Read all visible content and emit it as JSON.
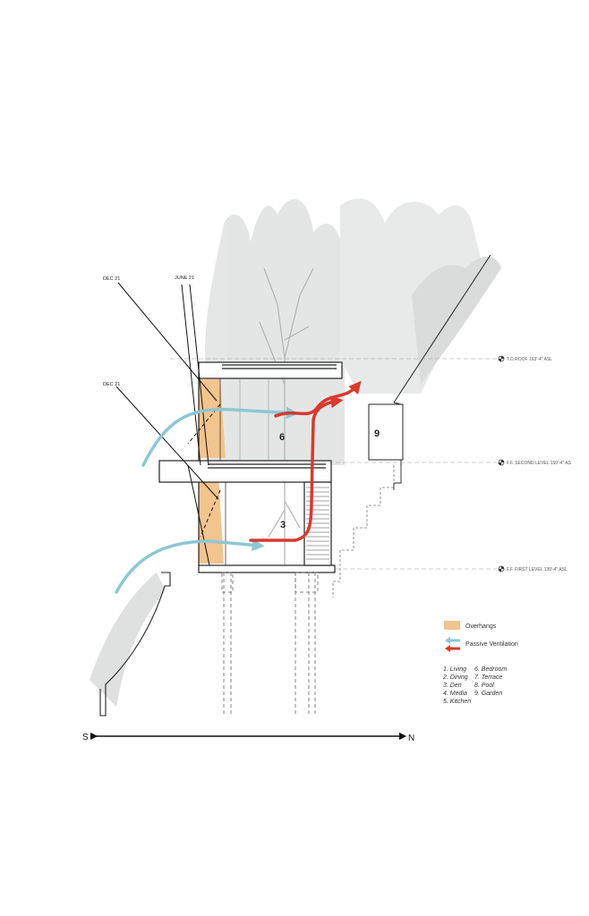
{
  "sun_angles": {
    "dec21_upper": "DEC 21",
    "june21": "JUNE 21",
    "dec21_lower": "DEC 21"
  },
  "levels": {
    "roof": "T.O.ROOF 163'-4\" ASL",
    "second": "F.F. SECOND LEVEL 150'-4\" AS",
    "first": "F.F. FIRST LEVEL 139'-4\" ASL"
  },
  "rooms": {
    "r6": "6",
    "r3": "3",
    "r9": "9"
  },
  "legend": {
    "overhangs": "Overhangs",
    "passive_ventilation": "Passive Ventilation",
    "key_left": [
      "1. Living",
      "2. Dining",
      "3. Den",
      "4. Media",
      "5. Kitchen"
    ],
    "key_right": [
      "6. Bedroom",
      "7. Terrace",
      "8. Pool",
      "9. Garden"
    ]
  },
  "compass": {
    "south": "S",
    "north": "N"
  },
  "colors": {
    "overhang": "#f2c48e",
    "passive_ventilation": "#8ec6d4",
    "hot_air": "#d63a2f",
    "line": "#222222",
    "vegetation": "#c9cccb"
  }
}
